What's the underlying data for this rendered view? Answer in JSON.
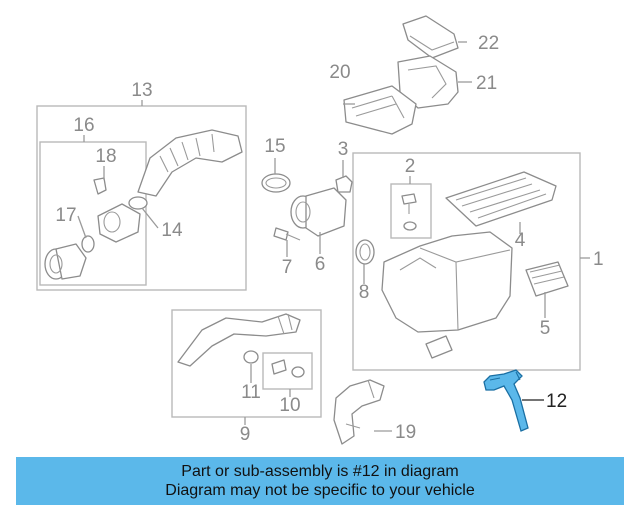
{
  "callouts": {
    "c1": "1",
    "c2": "2",
    "c3": "3",
    "c4": "4",
    "c5": "5",
    "c6": "6",
    "c7": "7",
    "c8": "8",
    "c9": "9",
    "c10": "10",
    "c11": "11",
    "c12": "12",
    "c13": "13",
    "c14": "14",
    "c15": "15",
    "c16": "16",
    "c17": "17",
    "c18": "18",
    "c19": "19",
    "c20": "20",
    "c21": "21",
    "c22": "22"
  },
  "highlight_part": "12",
  "colors": {
    "highlight": "#5bb8ea",
    "line": "#9a9a9a"
  },
  "banner": {
    "line1": "Part or sub-assembly is #12 in diagram",
    "line2": "Diagram may not be specific to your vehicle"
  }
}
